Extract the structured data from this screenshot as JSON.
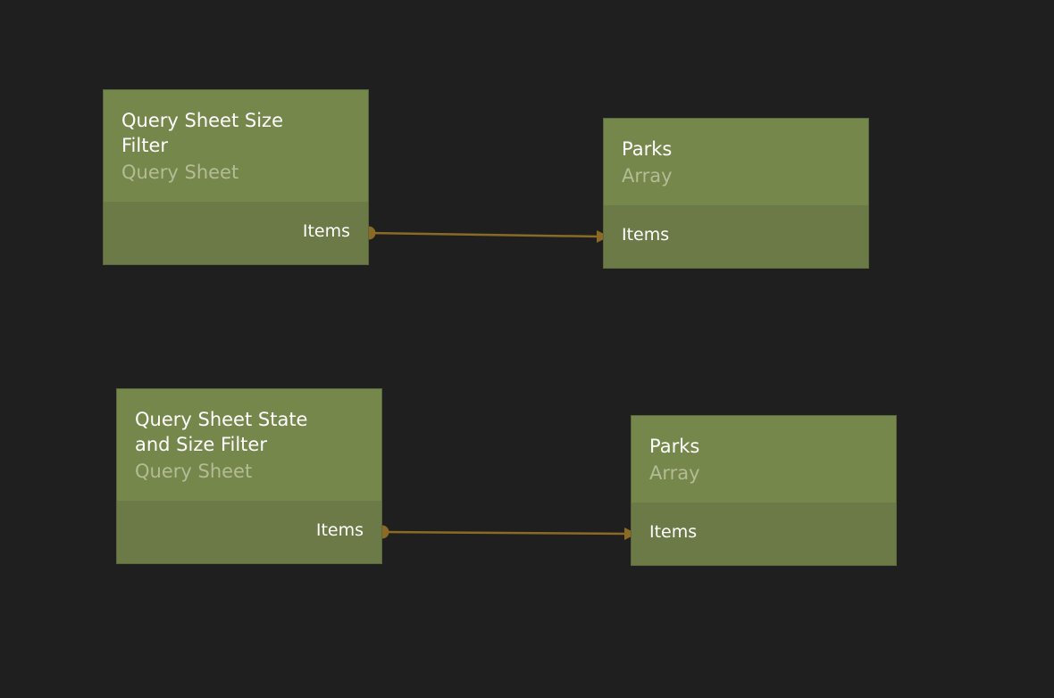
{
  "nodes": {
    "size_filter": {
      "title": "Query Sheet Size Filter",
      "subtitle": "Query Sheet",
      "output_port": "Items"
    },
    "parks_top": {
      "title": "Parks",
      "subtitle": "Array",
      "input_port": "Items"
    },
    "state_size_filter": {
      "title": "Query Sheet State and Size Filter",
      "subtitle": "Query Sheet",
      "output_port": "Items"
    },
    "parks_bottom": {
      "title": "Parks",
      "subtitle": "Array",
      "input_port": "Items"
    }
  },
  "connections": [
    {
      "from": "size_filter.Items",
      "to": "parks_top.Items"
    },
    {
      "from": "state_size_filter.Items",
      "to": "parks_bottom.Items"
    }
  ],
  "colors": {
    "background": "#1f1f1f",
    "node_header": "#76874b",
    "node_body": "#6b7a46",
    "subtitle": "#b3bc95",
    "wire": "#8a6a24"
  }
}
